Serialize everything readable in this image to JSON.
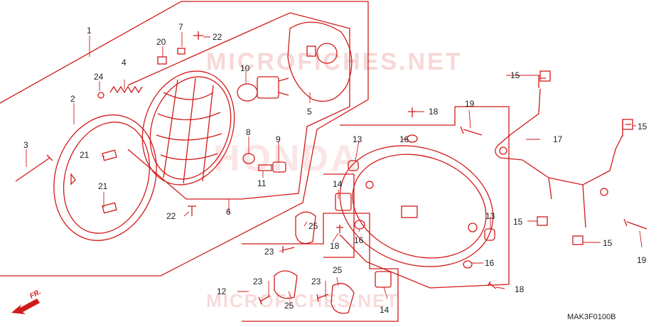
{
  "diagram": {
    "code": "MAK3F0100B",
    "direction_label": "FR.",
    "watermark_site": "MICROFICHES.NET",
    "watermark_brand": "HONDA",
    "colors": {
      "line": "#d21a1a",
      "text": "#222222",
      "watermark": "#f2b8b8"
    },
    "callouts": [
      "1",
      "2",
      "3",
      "4",
      "5",
      "6",
      "7",
      "8",
      "9",
      "10",
      "11",
      "12",
      "13",
      "14",
      "15",
      "16",
      "17",
      "18",
      "19",
      "20",
      "21",
      "22",
      "23",
      "24",
      "25"
    ],
    "parts": [
      {
        "id": "p1",
        "label": "1"
      },
      {
        "id": "p2",
        "label": "2"
      },
      {
        "id": "p3",
        "label": "3"
      },
      {
        "id": "p4",
        "label": "4"
      },
      {
        "id": "p5",
        "label": "5"
      },
      {
        "id": "p6",
        "label": "6"
      },
      {
        "id": "p7",
        "label": "7"
      },
      {
        "id": "p8",
        "label": "8"
      },
      {
        "id": "p9",
        "label": "9"
      },
      {
        "id": "p10",
        "label": "10"
      },
      {
        "id": "p11",
        "label": "11"
      },
      {
        "id": "p12",
        "label": "12"
      },
      {
        "id": "p13a",
        "label": "13"
      },
      {
        "id": "p13b",
        "label": "13"
      },
      {
        "id": "p14a",
        "label": "14"
      },
      {
        "id": "p14b",
        "label": "14"
      },
      {
        "id": "p15a",
        "label": "15"
      },
      {
        "id": "p15b",
        "label": "15"
      },
      {
        "id": "p15c",
        "label": "15"
      },
      {
        "id": "p15d",
        "label": "15"
      },
      {
        "id": "p16a",
        "label": "16"
      },
      {
        "id": "p16b",
        "label": "16"
      },
      {
        "id": "p16c",
        "label": "16"
      },
      {
        "id": "p17",
        "label": "17"
      },
      {
        "id": "p18a",
        "label": "18"
      },
      {
        "id": "p18b",
        "label": "18"
      },
      {
        "id": "p18c",
        "label": "18"
      },
      {
        "id": "p19a",
        "label": "19"
      },
      {
        "id": "p19b",
        "label": "19"
      },
      {
        "id": "p20",
        "label": "20"
      },
      {
        "id": "p21a",
        "label": "21"
      },
      {
        "id": "p21b",
        "label": "21"
      },
      {
        "id": "p22a",
        "label": "22"
      },
      {
        "id": "p22b",
        "label": "22"
      },
      {
        "id": "p23a",
        "label": "23"
      },
      {
        "id": "p23b",
        "label": "23"
      },
      {
        "id": "p23c",
        "label": "23"
      },
      {
        "id": "p24",
        "label": "24"
      },
      {
        "id": "p25a",
        "label": "25"
      },
      {
        "id": "p25b",
        "label": "25"
      },
      {
        "id": "p25c",
        "label": "25"
      }
    ]
  }
}
